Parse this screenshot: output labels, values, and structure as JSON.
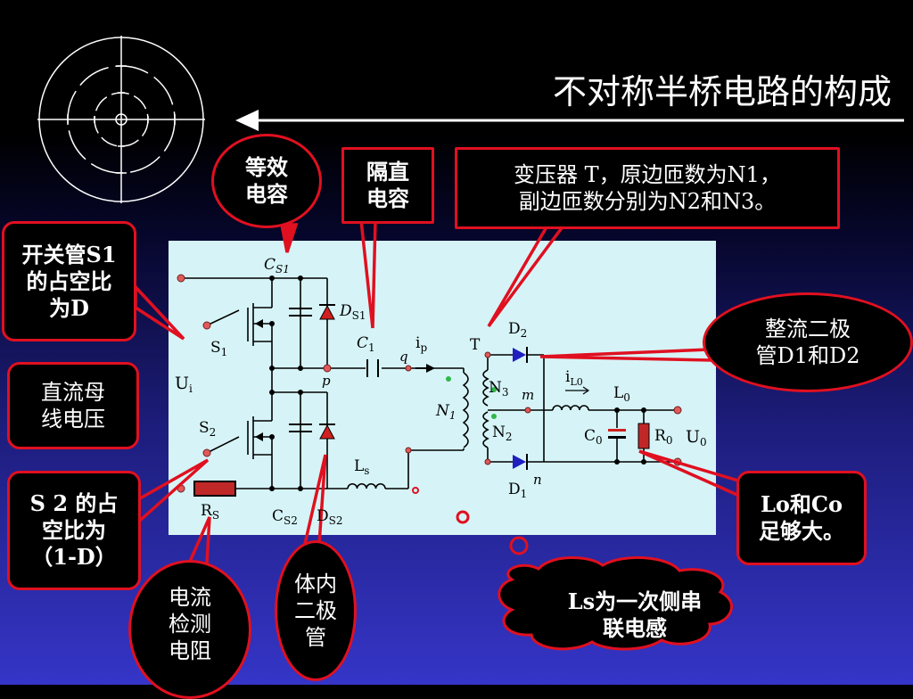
{
  "title": "不对称半桥电路的构成",
  "colors": {
    "callout_border": "#e01020",
    "panel": "#d6f4f7",
    "wire": "#000000"
  },
  "callouts": {
    "equiv_cap": [
      "等效",
      "电容"
    ],
    "block_cap": [
      "隔直",
      "电容"
    ],
    "transformer": [
      "变压器 T，原边匝数为N1，",
      "副边匝数分别为N2和N3。"
    ],
    "s1_duty": [
      "开关管S1",
      "的占空比",
      "为D"
    ],
    "dc_bus": [
      "直流母",
      "线电压"
    ],
    "s2_duty": [
      "S 2 的占",
      "空比为",
      "（1-D）"
    ],
    "current_sense": [
      "电流",
      "检测",
      "电阻"
    ],
    "body_diode": [
      "体内",
      "二极",
      "管"
    ],
    "rectifier": [
      "整流二极",
      "管D1和D2"
    ],
    "lo_co": [
      "Lo和Co",
      "足够大。"
    ],
    "ls": [
      "Ls为一次侧串",
      "联电感"
    ]
  },
  "labels": {
    "cs1_main": "C",
    "cs1_sub": "S1",
    "ds1_main": "D",
    "ds1_sub": "S1",
    "c1_main": "C",
    "c1_sub": "1",
    "ip_main": "i",
    "ip_sub": "p",
    "q": "q",
    "p": "p",
    "T": "T",
    "s1_main": "S",
    "s1_sub": "1",
    "s2_main": "S",
    "s2_sub": "2",
    "ui_main": "U",
    "ui_sub": "i",
    "n1_main": "N",
    "n1_sub": "1",
    "n3_main": "N",
    "n3_sub": "3",
    "n2_main": "N",
    "n2_sub": "2",
    "d2_main": "D",
    "d2_sub": "2",
    "d1_main": "D",
    "d1_sub": "1",
    "m": "m",
    "n": "n",
    "ilo_main": "i",
    "ilo_sub": "L0",
    "l0_main": "L",
    "l0_sub": "0",
    "c0_main": "C",
    "c0_sub": "0",
    "r0_main": "R",
    "r0_sub": "0",
    "u0_main": "U",
    "u0_sub": "0",
    "ls_main": "L",
    "ls_sub": "s",
    "rs_main": "R",
    "rs_sub": "S",
    "cs2_main": "C",
    "cs2_sub": "S2",
    "ds2_main": "D",
    "ds2_sub": "S2"
  }
}
